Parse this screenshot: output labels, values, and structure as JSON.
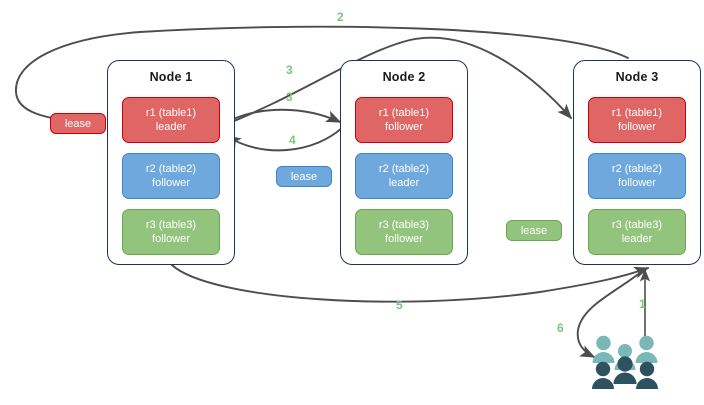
{
  "diagram": {
    "title": "Raft multi-raft lease placement diagram",
    "colors": {
      "red_fill": "#e06666",
      "red_stroke": "#cc0000",
      "blue_fill": "#6fa8dc",
      "blue_stroke": "#3d85c6",
      "green_fill": "#93c47d",
      "green_stroke": "#6aa84f",
      "node_border": "#1c3557",
      "edge": "#4d4d4d",
      "label": "#7bc67b",
      "people_light": "#7ab8b8",
      "people_dark": "#2f5260",
      "background": "#ffffff"
    }
  },
  "nodes": [
    {
      "id": "node-1",
      "title": "Node 1",
      "replicas": [
        {
          "name": "r1 (table1)",
          "role": "leader",
          "color": "red"
        },
        {
          "name": "r2 (table2)",
          "role": "follower",
          "color": "blue"
        },
        {
          "name": "r3 (table3)",
          "role": "follower",
          "color": "green"
        }
      ]
    },
    {
      "id": "node-2",
      "title": "Node 2",
      "replicas": [
        {
          "name": "r1 (table1)",
          "role": "follower",
          "color": "red"
        },
        {
          "name": "r2 (table2)",
          "role": "leader",
          "color": "blue"
        },
        {
          "name": "r3 (table3)",
          "role": "follower",
          "color": "green"
        }
      ]
    },
    {
      "id": "node-3",
      "title": "Node 3",
      "replicas": [
        {
          "name": "r1 (table1)",
          "role": "follower",
          "color": "red"
        },
        {
          "name": "r2 (table2)",
          "role": "follower",
          "color": "blue"
        },
        {
          "name": "r3 (table3)",
          "role": "leader",
          "color": "green"
        }
      ]
    }
  ],
  "leases": [
    {
      "id": "lease-r1",
      "label": "lease",
      "color": "red"
    },
    {
      "id": "lease-r2",
      "label": "lease",
      "color": "blue"
    },
    {
      "id": "lease-r3",
      "label": "lease",
      "color": "green"
    }
  ],
  "edge_labels": [
    {
      "id": "edge-label-2",
      "text": "2"
    },
    {
      "id": "edge-label-3a",
      "text": "3"
    },
    {
      "id": "edge-label-3b",
      "text": "3"
    },
    {
      "id": "edge-label-4",
      "text": "4"
    },
    {
      "id": "edge-label-5",
      "text": "5"
    },
    {
      "id": "edge-label-1",
      "text": "1"
    },
    {
      "id": "edge-label-6",
      "text": "6"
    }
  ],
  "actors": {
    "clients": {
      "name": "clients-group-icon",
      "count_figures": 5
    }
  }
}
